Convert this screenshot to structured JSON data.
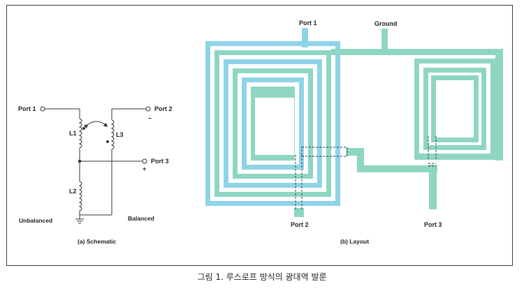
{
  "schematic": {
    "port1": "Port 1",
    "port2": "Port 2",
    "port3": "Port 3",
    "l1": "L1",
    "l2": "L2",
    "l3": "L3",
    "unbalanced": "Unbalanced",
    "balanced": "Balanced",
    "minus": "–",
    "plus": "+",
    "sub_caption": "(a) Schematic"
  },
  "layout": {
    "port1": "Port 1",
    "ground": "Ground",
    "port2": "Port 2",
    "port3": "Port 3",
    "sub_caption": "(b) Layout",
    "colors": {
      "blue": "#8ed3e8",
      "green": "#8ed6c2",
      "line": "#333333"
    }
  },
  "caption": "그림 1. 루스로프 방식의 광대역 발룬"
}
